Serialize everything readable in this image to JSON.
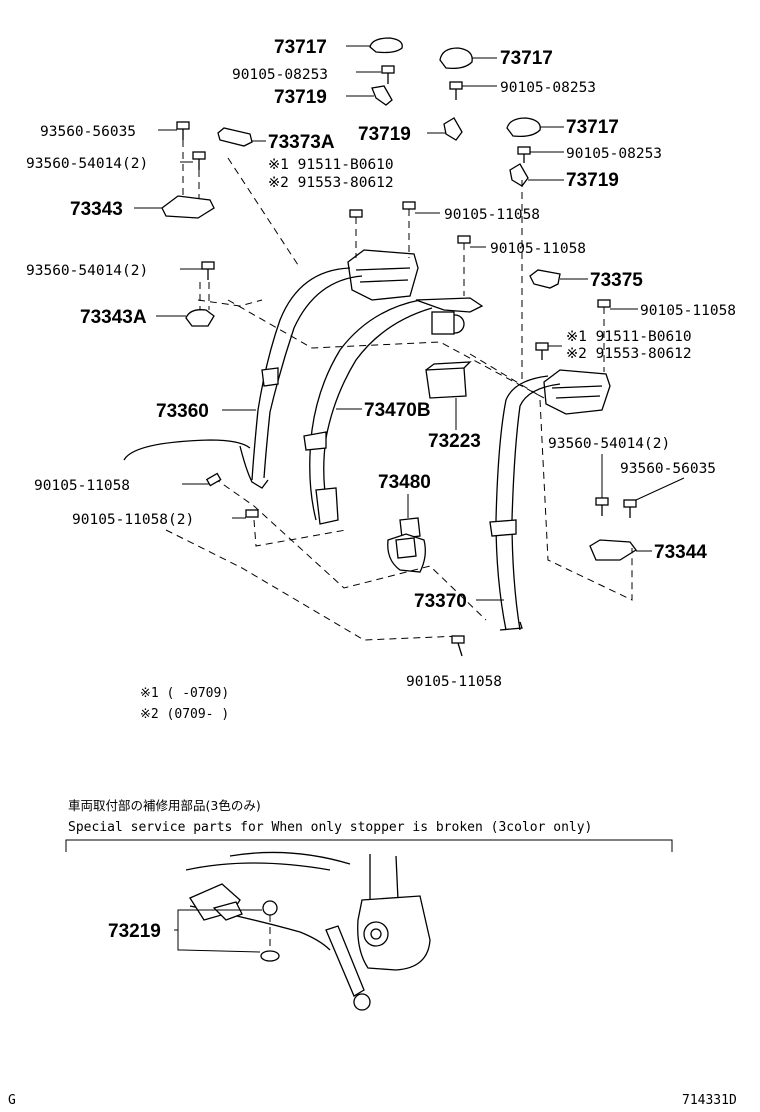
{
  "parts": {
    "p73717_a": "73717",
    "p73717_b": "73717",
    "p73717_c": "73717",
    "p90105_08253_a": "90105-08253",
    "p90105_08253_b": "90105-08253",
    "p90105_08253_c": "90105-08253",
    "p73719_a": "73719",
    "p73719_b": "73719",
    "p73719_c": "73719",
    "p93560_56035_a": "93560-56035",
    "p93560_56035_b": "93560-56035",
    "p93560_54014_a": "93560-54014(2)",
    "p93560_54014_b": "93560-54014(2)",
    "p93560_54014_c": "93560-54014(2)",
    "p73373A": "73373A",
    "alt1_a": "※1 91511-B0610",
    "alt2_a": "※2 91553-80612",
    "alt1_b": "※1 91511-B0610",
    "alt2_b": "※2 91553-80612",
    "p73343": "73343",
    "p73343A": "73343A",
    "p90105_11058_a": "90105-11058",
    "p90105_11058_b": "90105-11058",
    "p90105_11058_c": "90105-11058",
    "p90105_11058_d": "90105-11058",
    "p90105_11058_e": "90105-11058(2)",
    "p90105_11058_f": "90105-11058",
    "p73375": "73375",
    "p73360": "73360",
    "p73470B": "73470B",
    "p73223": "73223",
    "p73480": "73480",
    "p73344": "73344",
    "p73370": "73370",
    "p73219": "73219"
  },
  "notes": {
    "note1": "※1 (    -0709)",
    "note2": "※2 (0709-    )"
  },
  "service": {
    "title_jp": "車両取付部の補修用部品(3色のみ)",
    "title_en": "Special  service  parts  for  When  only  stopper  is  broken  (3color  only)"
  },
  "footer": {
    "left": "G",
    "right": "714331D"
  }
}
